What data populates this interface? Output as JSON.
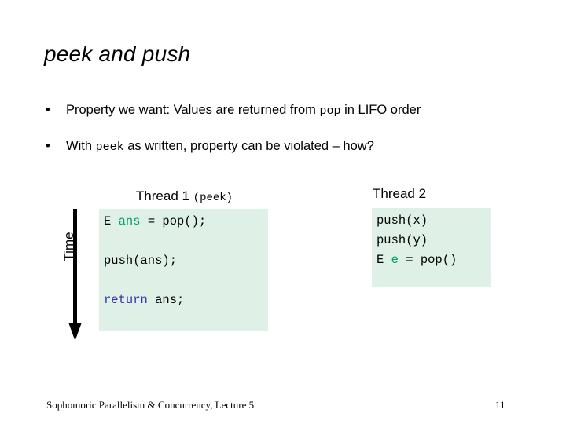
{
  "slide": {
    "title": "peek and push",
    "background_color": "#ffffff"
  },
  "bullets": [
    {
      "marker": "•",
      "parts": [
        {
          "text": "Property we want: Values are returned from ",
          "style": "normal"
        },
        {
          "text": "pop",
          "style": "mono"
        },
        {
          "text": " in LIFO order",
          "style": "normal"
        }
      ]
    },
    {
      "marker": "•",
      "parts": [
        {
          "text": "With ",
          "style": "normal"
        },
        {
          "text": "peek",
          "style": "mono"
        },
        {
          "text": " as written, property can be violated – how?",
          "style": "normal"
        }
      ]
    }
  ],
  "time_axis": {
    "label": "Time",
    "arrow_direction": "down",
    "arrow_color": "#000000"
  },
  "threads": [
    {
      "id": "thread-1",
      "label_main": "Thread 1 ",
      "label_mono": "(peek)",
      "box_color": "#dff0e7",
      "lines": [
        {
          "tokens": [
            {
              "text": "E ",
              "color": "#000000"
            },
            {
              "text": "ans",
              "color": "#00a05e"
            },
            {
              "text": " = pop();",
              "color": "#000000"
            }
          ]
        },
        {
          "tokens": []
        },
        {
          "tokens": [
            {
              "text": "push(ans);",
              "color": "#000000"
            }
          ]
        },
        {
          "tokens": []
        },
        {
          "tokens": [
            {
              "text": "return",
              "color": "#3333a8"
            },
            {
              "text": " ans;",
              "color": "#000000"
            }
          ]
        }
      ]
    },
    {
      "id": "thread-2",
      "label_main": "Thread 2",
      "label_mono": "",
      "box_color": "#dff0e7",
      "lines": [
        {
          "tokens": [
            {
              "text": "push(x)",
              "color": "#000000"
            }
          ]
        },
        {
          "tokens": [
            {
              "text": "push(y)",
              "color": "#000000"
            }
          ]
        },
        {
          "tokens": [
            {
              "text": "E ",
              "color": "#000000"
            },
            {
              "text": "e",
              "color": "#00a05e"
            },
            {
              "text": " = pop()",
              "color": "#000000"
            }
          ]
        }
      ]
    }
  ],
  "footer": {
    "text": "Sophomoric Parallelism & Concurrency, Lecture 5",
    "page_number": "11"
  }
}
